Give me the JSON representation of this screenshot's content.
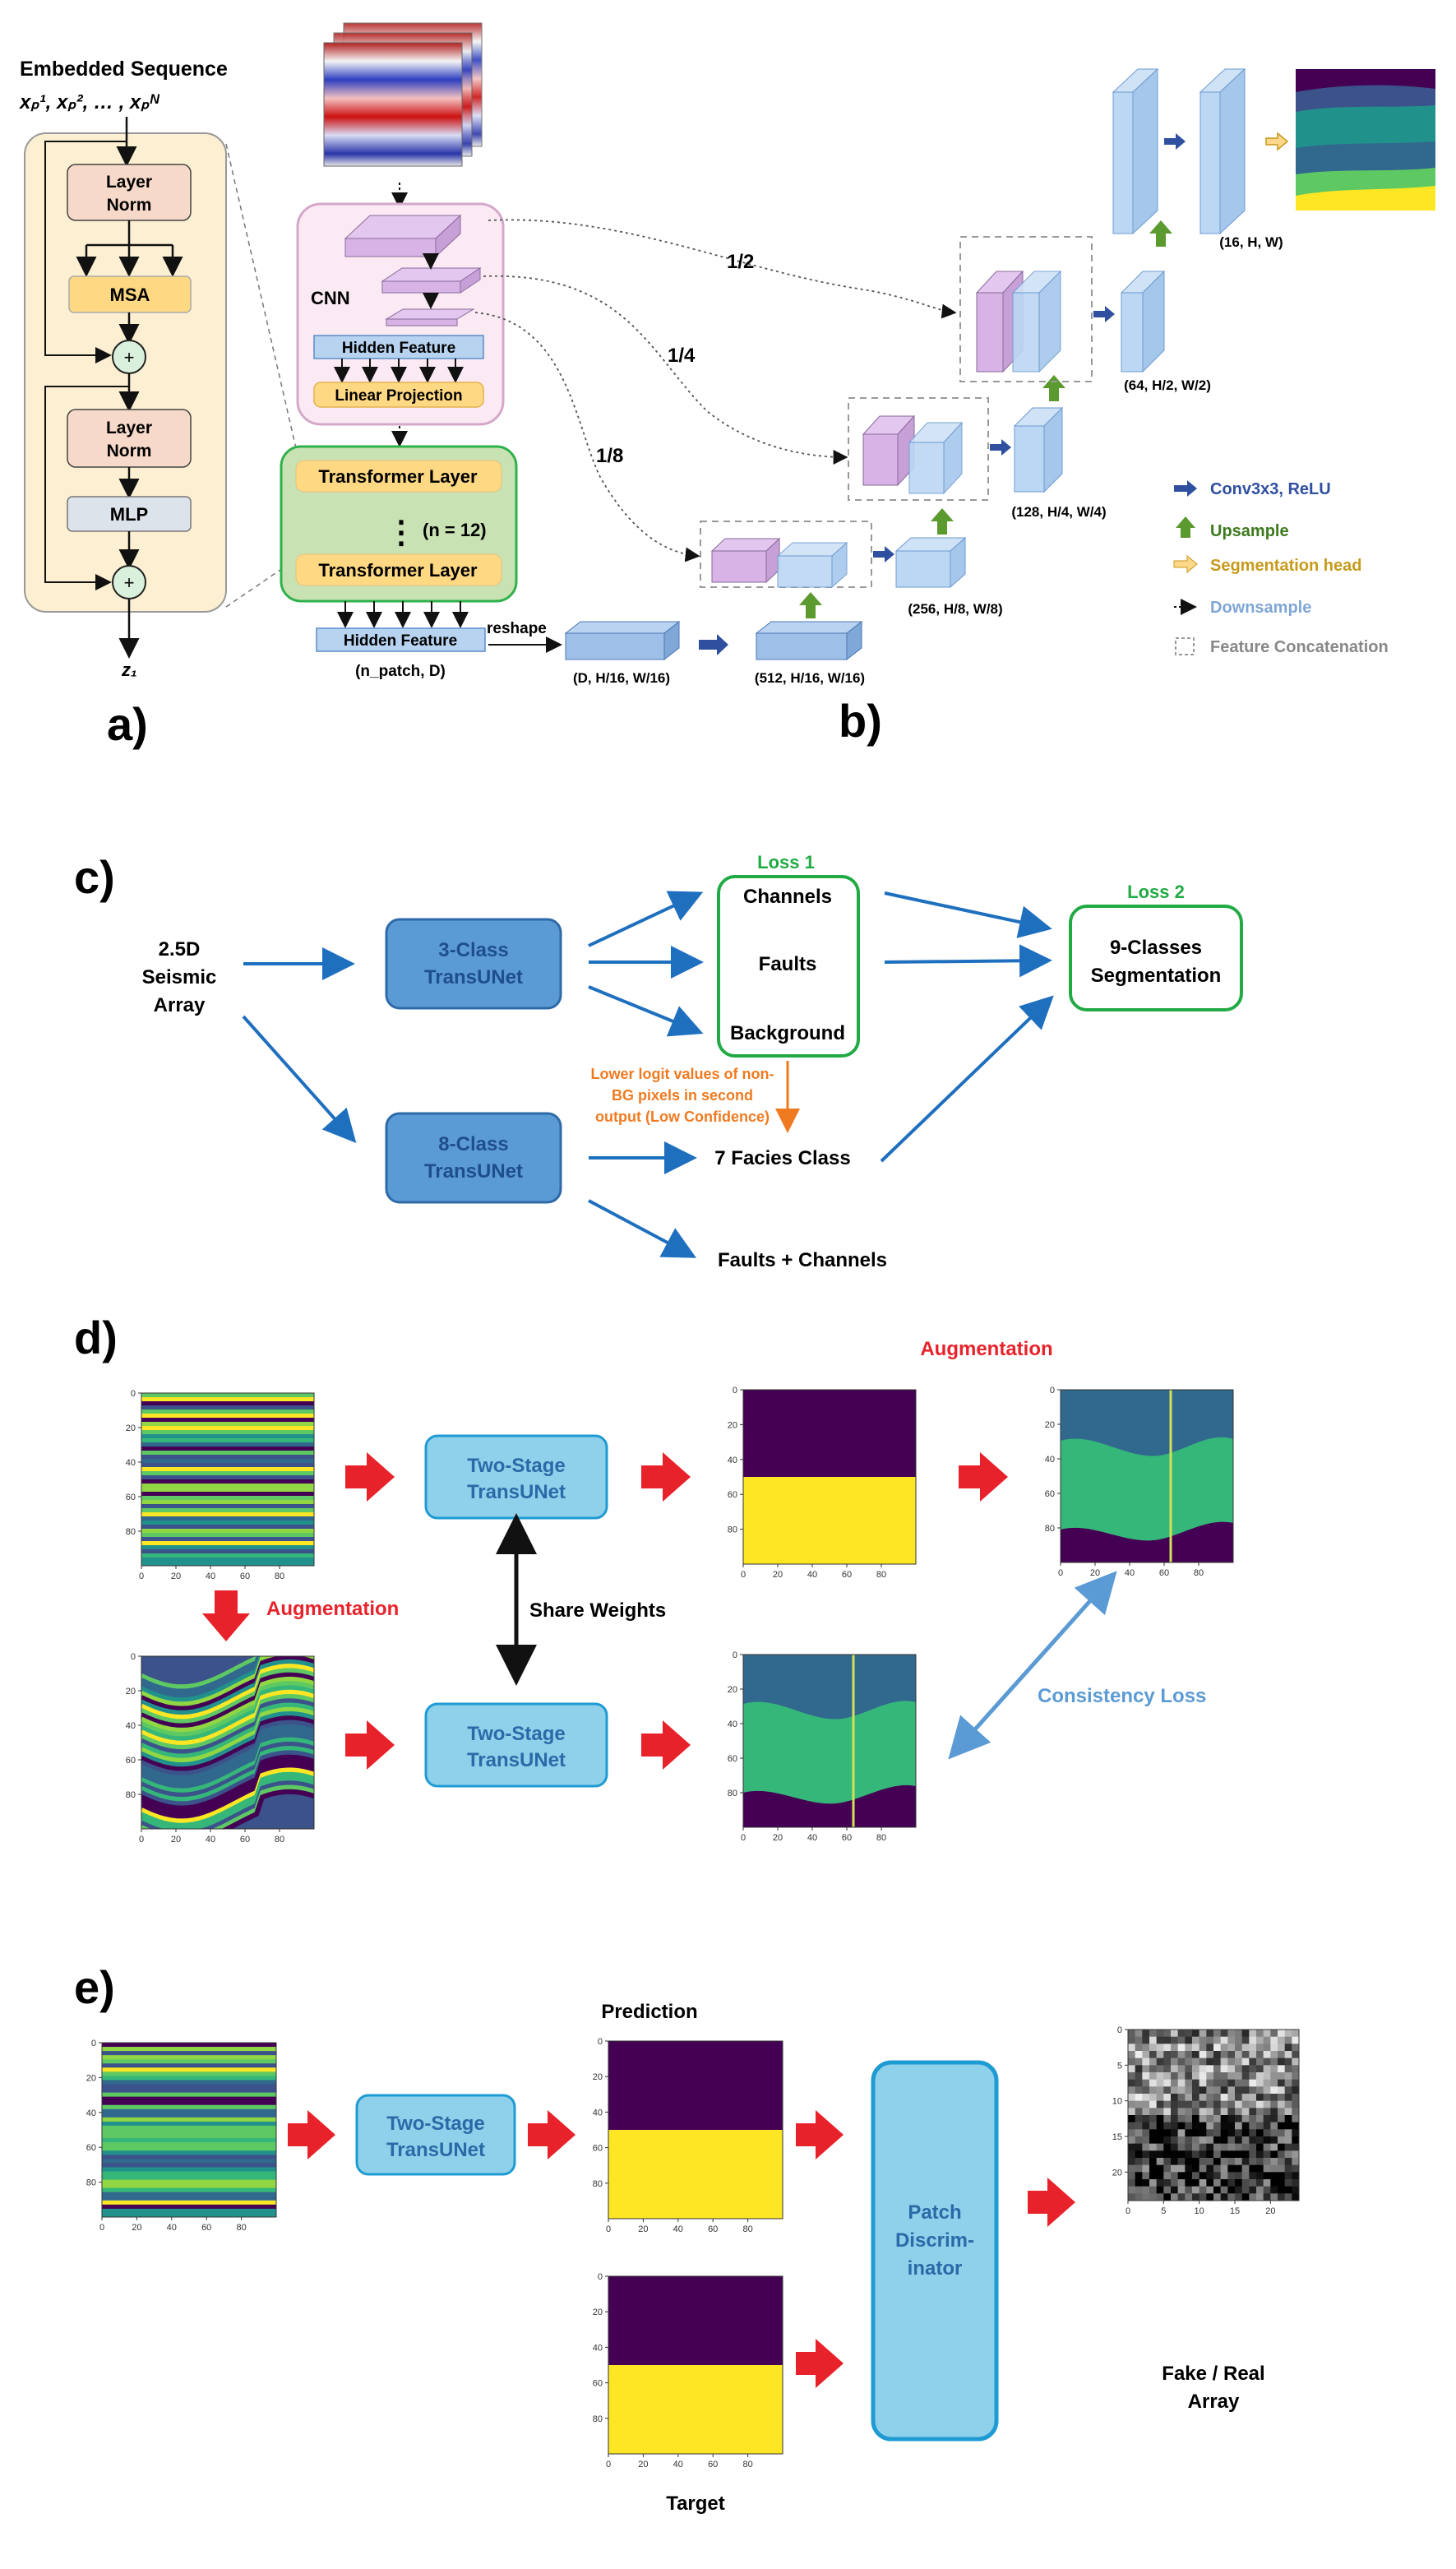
{
  "panel_labels": {
    "a": "a)",
    "b": "b)",
    "c": "c)",
    "d": "d)",
    "e": "e)"
  },
  "panel_a": {
    "title": "Embedded Sequence",
    "sequence": "xₚ¹, xₚ², … , xₚᴺ",
    "layer_norm_1": [
      "Layer",
      "Norm"
    ],
    "msa": "MSA",
    "layer_norm_2": [
      "Layer",
      "Norm"
    ],
    "mlp": "MLP",
    "plus": "+",
    "output": "z₁"
  },
  "panel_b": {
    "cnn": "CNN",
    "hidden_feature_cnn": "Hidden Feature",
    "linear_projection": "Linear Projection",
    "transformer_layer_top": "Transformer Layer",
    "transformer_layer_bottom": "Transformer Layer",
    "n_layers": "(n = 12)",
    "vdots": "⋮",
    "hidden_feature_out": "Hidden Feature",
    "hidden_shape": "(n_patch, D)",
    "reshape": "reshape",
    "shape_d": "(D, H/16, W/16)",
    "shape_512": "(512, H/16, W/16)",
    "shape_256": "(256, H/8, W/8)",
    "shape_128": "(128, H/4, W/4)",
    "shape_64": "(64, H/2, W/2)",
    "shape_16": "(16, H, W)",
    "skip_half": "1/2",
    "skip_quarter": "1/4",
    "skip_eighth": "1/8",
    "legend": [
      {
        "label": "Conv3x3, ReLU",
        "color": "#2f4f9f"
      },
      {
        "label": "Upsample",
        "color": "#3d7a1e"
      },
      {
        "label": "Segmentation head",
        "color": "#c79a1c"
      },
      {
        "label": "Downsample",
        "color": "#7fa6d6"
      },
      {
        "label": "Feature Concatenation",
        "color": "#888888"
      }
    ]
  },
  "panel_c": {
    "input": [
      "2.5D",
      "Seismic",
      "Array"
    ],
    "model_3": [
      "3-Class",
      "TransUNet"
    ],
    "model_8": [
      "8-Class",
      "TransUNet"
    ],
    "loss1": "Loss 1",
    "loss2": "Loss 2",
    "channels": "Channels",
    "faults": "Faults",
    "background": "Background",
    "nine_class": [
      "9-Classes",
      "Segmentation"
    ],
    "note": [
      "Lower logit values of non-",
      "BG pixels in second",
      "output (Low Confidence)"
    ],
    "facies": "7 Facies Class",
    "faults_channels": "Faults + Channels"
  },
  "panel_d": {
    "augmentation_top": "Augmentation",
    "augmentation_left": "Augmentation",
    "model_top": [
      "Two-Stage",
      "TransUNet"
    ],
    "model_bottom": [
      "Two-Stage",
      "TransUNet"
    ],
    "share_weights": "Share Weights",
    "consistency_loss": "Consistency Loss"
  },
  "panel_e": {
    "model": [
      "Two-Stage",
      "TransUNet"
    ],
    "prediction": "Prediction",
    "target": "Target",
    "discriminator": [
      "Patch",
      "Discrim-",
      "inator"
    ],
    "output": [
      "Fake / Real",
      "Array"
    ]
  },
  "plot_ticks": {
    "x": [
      "0",
      "20",
      "40",
      "60",
      "80"
    ],
    "y": [
      "0",
      "20",
      "40",
      "60",
      "80"
    ],
    "noise_x": [
      "0",
      "5",
      "10",
      "15",
      "20"
    ],
    "noise_y": [
      "0",
      "5",
      "10",
      "15",
      "20"
    ]
  },
  "colors": {
    "blue_arrow": "#1f6fbf",
    "red_arrow": "#e8222a",
    "green_box": "#22aa44",
    "orange_note": "#f07a20",
    "model_fill": "#5b9bd5",
    "model_light": "#8fd0ea",
    "viridis_dark": "#440154",
    "viridis_yellow": "#fde725",
    "viridis_teal": "#2a7f8e",
    "viridis_green": "#35b779",
    "viridis_blue": "#31688e"
  }
}
